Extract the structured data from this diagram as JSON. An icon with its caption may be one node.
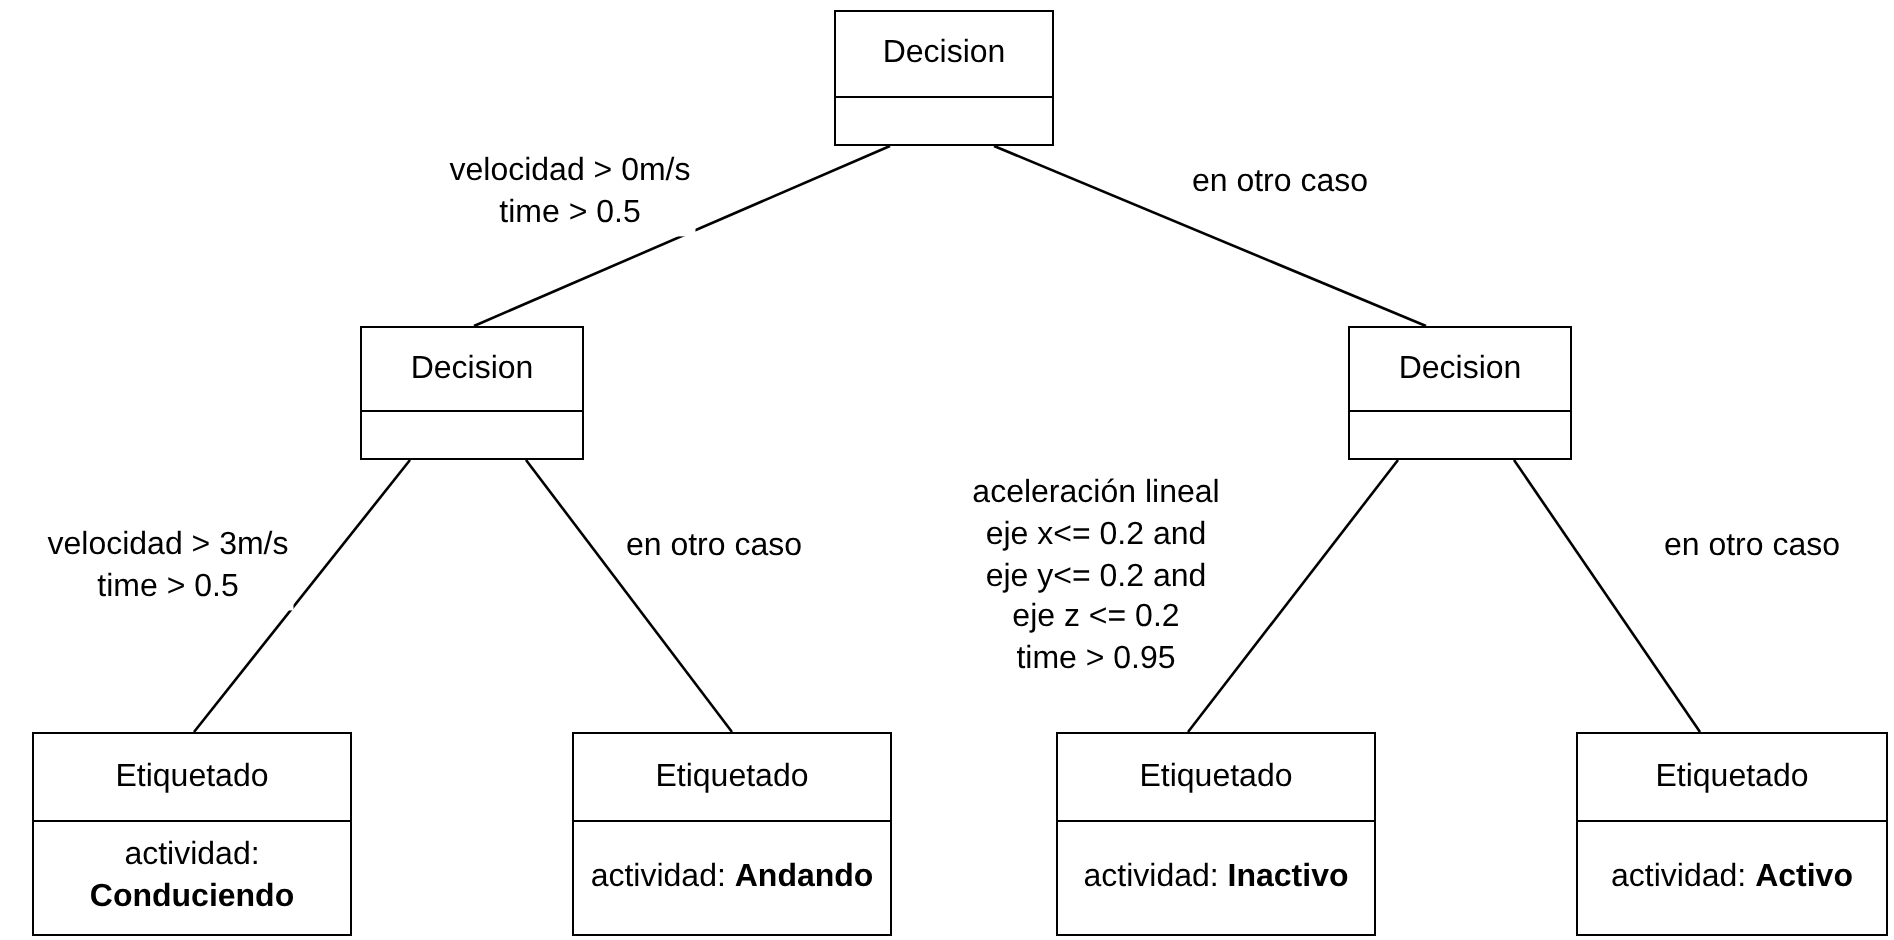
{
  "diagram": {
    "nodes": [
      {
        "text": [
          "Decision"
        ]
      },
      {
        "text": [
          "Decision"
        ]
      },
      {
        "text": [
          "Decision"
        ]
      },
      {
        "text": [
          "Etiquetado",
          "actividad: **Conduciendo**"
        ]
      },
      {
        "text": [
          "Etiquetado",
          "actividad: **Andando**"
        ]
      },
      {
        "text": [
          "Etiquetado",
          "actividad: **Inactivo**"
        ]
      },
      {
        "text": [
          "Etiquetado",
          "actividad: **Activo**"
        ]
      }
    ],
    "edges": [
      {
        "from": 0,
        "to": 1,
        "arrow": "none",
        "label": "velocidad > 0m/s time > 0.5"
      },
      {
        "from": 0,
        "to": 2,
        "arrow": "none",
        "label": "en otro caso"
      },
      {
        "from": 1,
        "to": 3,
        "arrow": "none",
        "label": "velocidad > 3m/s time > 0.5"
      },
      {
        "from": 1,
        "to": 4,
        "arrow": "none",
        "label": "en otro caso"
      },
      {
        "from": 2,
        "to": 5,
        "arrow": "none",
        "label": "aceleración lineal eje x<= 0.2 and eje y<= 0.2 and eje z <= 0.2 time > 0.95"
      },
      {
        "from": 2,
        "to": 6,
        "arrow": "none",
        "label": "en otro caso"
      }
    ]
  }
}
